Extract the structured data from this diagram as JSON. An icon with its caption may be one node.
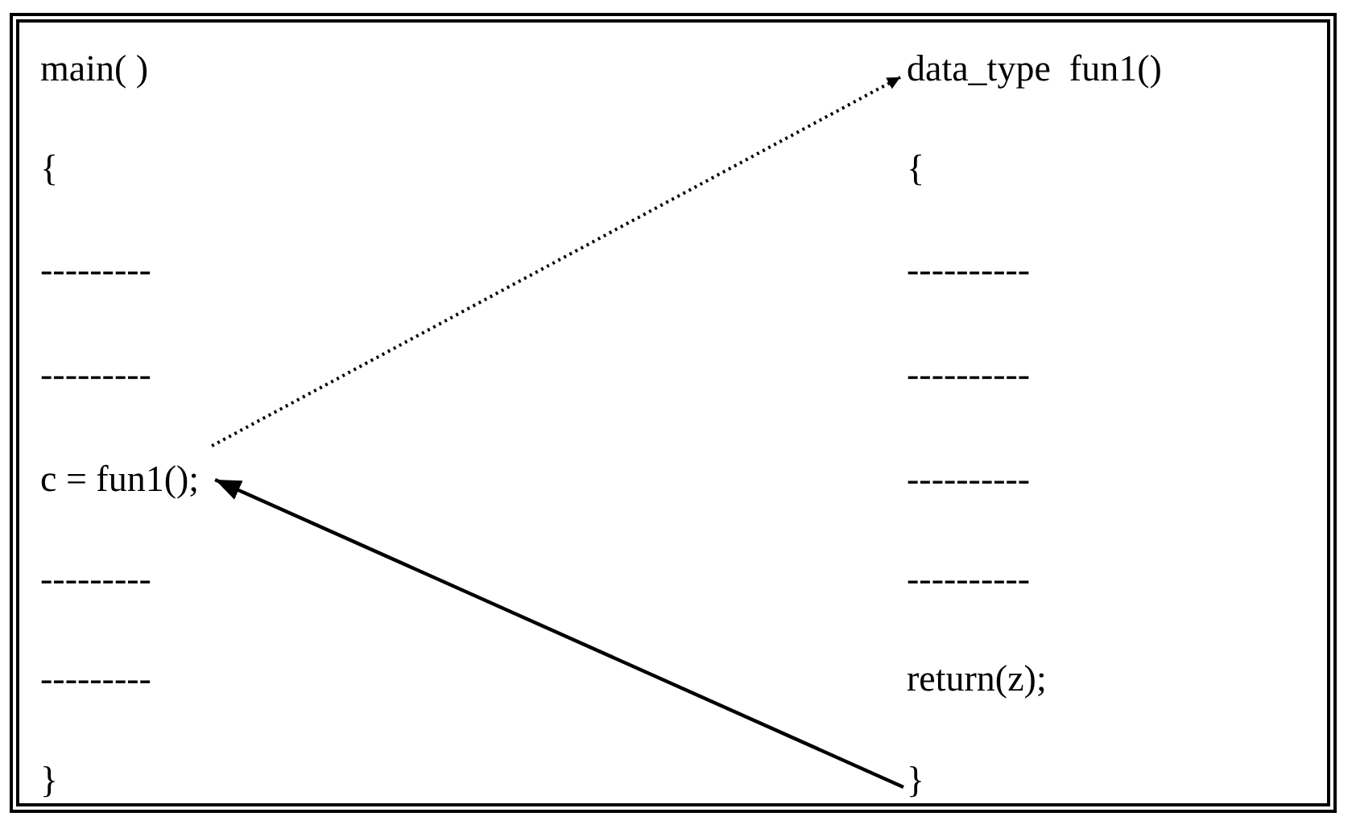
{
  "diagram": {
    "nodes": [
      {
        "text": [
          "data_type  fun1()"
        ]
      },
      {
        "text": [
          "c = fun1();"
        ]
      },
      {
        "text": [
          "}"
        ]
      }
    ],
    "edges": [
      {
        "from": 1,
        "to": 0,
        "arrow": "to",
        "style": "dashed"
      },
      {
        "from": 2,
        "to": 1,
        "arrow": "to"
      }
    ],
    "labels": [
      "main( )",
      "{",
      "{",
      "---------",
      "----------",
      "---------",
      "----------",
      "----------",
      "---------",
      "----------",
      "---------",
      "return(z);",
      "}"
    ]
  }
}
